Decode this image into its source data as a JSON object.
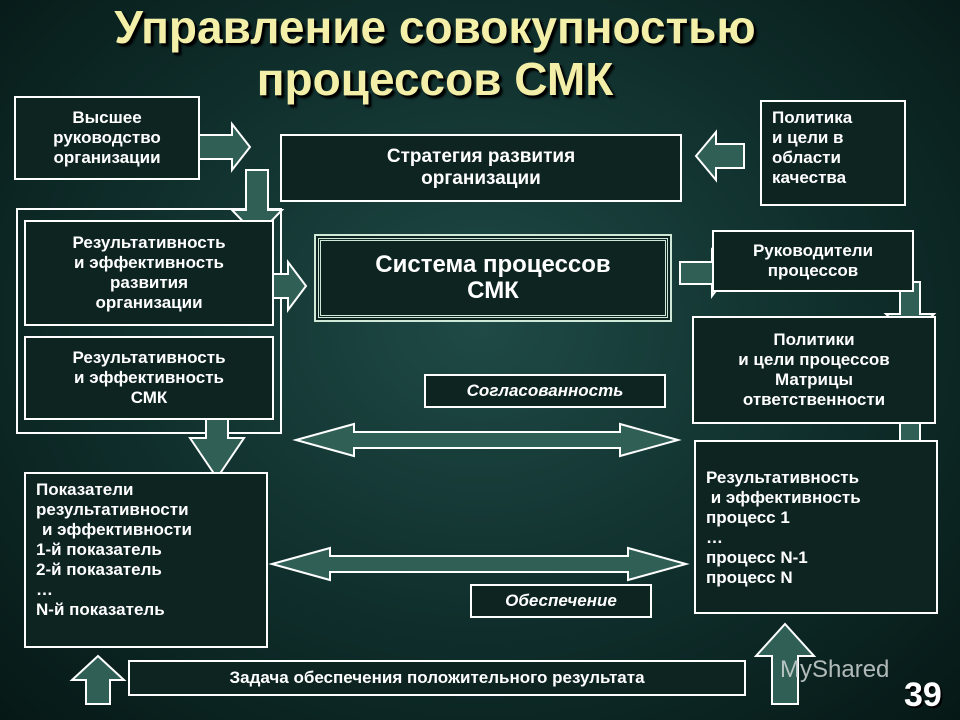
{
  "title": {
    "line1": "Управление совокупностью",
    "line2": "процессов СМК"
  },
  "boxes": {
    "top_management": [
      "Высшее",
      "руководство",
      "организации"
    ],
    "strategy": [
      "Стратегия развития",
      "организации"
    ],
    "quality_policy": [
      "Политика",
      "и цели в",
      "области",
      "качества"
    ],
    "org_effectiveness": [
      "Результативность",
      "и эффективность",
      "развития",
      "организации"
    ],
    "qms_effectiveness": [
      "Результативность",
      "и эффективность",
      "СМК"
    ],
    "qms_processes": [
      "Система процессов",
      "СМК"
    ],
    "process_owners": [
      "Руководители",
      "процессов"
    ],
    "process_policies": [
      "Политики",
      "и цели процессов",
      "Матрицы",
      "ответственности"
    ],
    "indicators": [
      "Показатели",
      "результативности",
      "и эффективности",
      "1-й показатель",
      "2-й показатель",
      "…",
      "N-й показатель"
    ],
    "process_results": [
      "Результативность",
      " и эффективность",
      "процесс 1",
      "…",
      "процесс N-1",
      "процесс N"
    ],
    "task": "Задача обеспечения положительного результата"
  },
  "labels": {
    "coordination": "Согласованность",
    "support": "Обеспечение"
  },
  "watermark": "MyShared",
  "page_number": "39",
  "colors": {
    "background": "#0f2e2b",
    "title": "#f3efa8",
    "box_fill": "#0e2421",
    "border": "#ffffff",
    "arrow_fill": "#2f5f55"
  }
}
